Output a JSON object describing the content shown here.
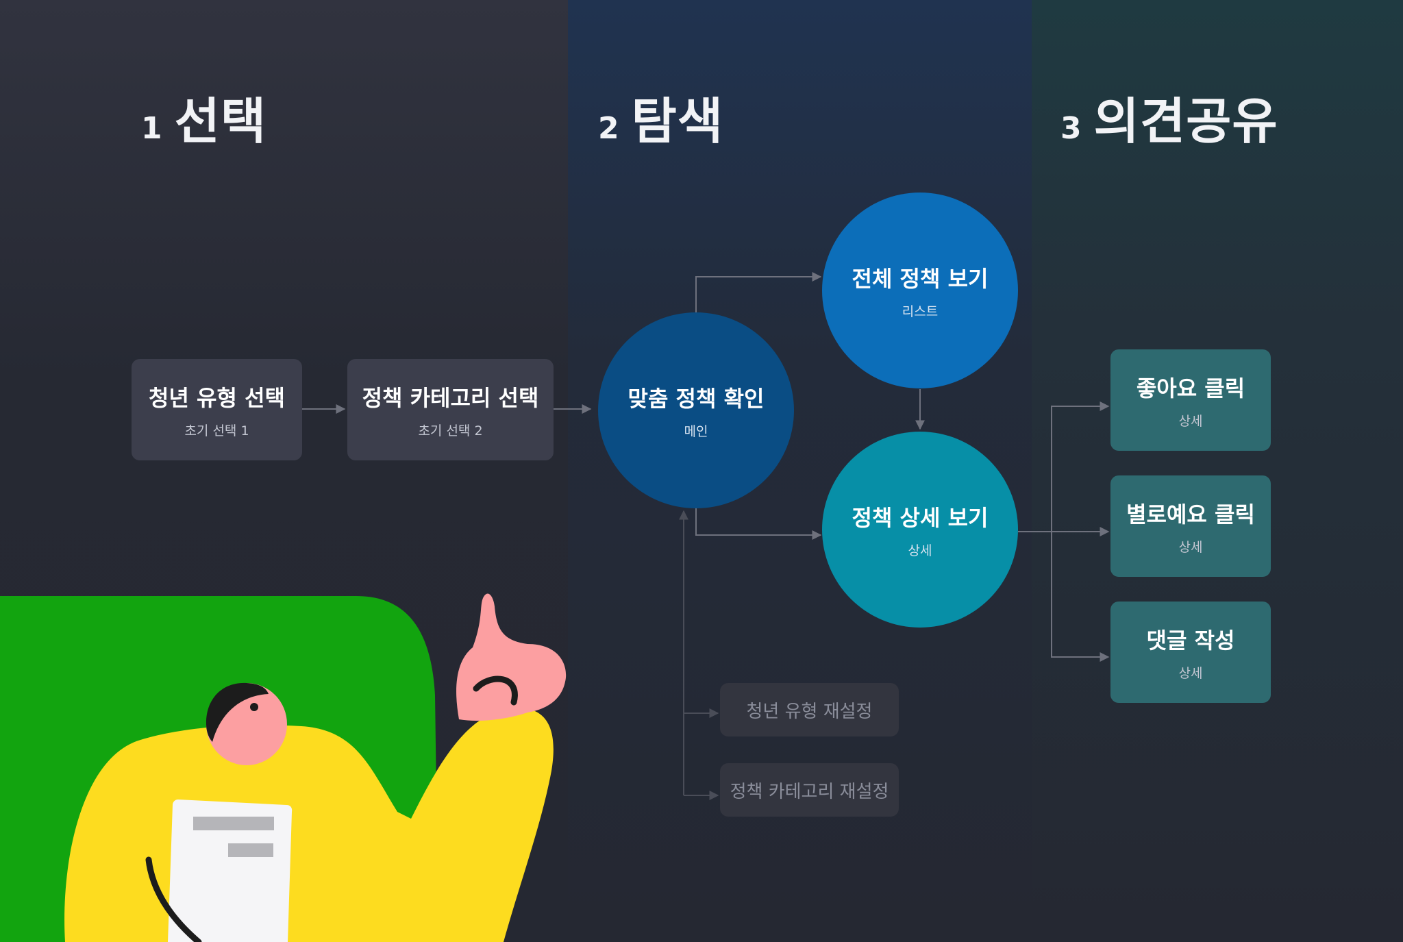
{
  "phases": [
    {
      "num": "1",
      "title": "선택"
    },
    {
      "num": "2",
      "title": "탐색"
    },
    {
      "num": "3",
      "title": "의견공유"
    }
  ],
  "nodes": {
    "youth_type": {
      "title": "청년 유형 선택",
      "sub": "초기 선택 1"
    },
    "policy_category": {
      "title": "정책 카테고리 선택",
      "sub": "초기 선택 2"
    },
    "custom_policy": {
      "title": "맞춤 정책 확인",
      "sub": "메인"
    },
    "all_policies": {
      "title": "전체 정책 보기",
      "sub": "리스트"
    },
    "policy_detail": {
      "title": "정책 상세 보기",
      "sub": "상세"
    },
    "like": {
      "title": "좋아요 클릭",
      "sub": "상세"
    },
    "dislike": {
      "title": "별로예요 클릭",
      "sub": "상세"
    },
    "comment": {
      "title": "댓글 작성",
      "sub": "상세"
    },
    "reset_youth": {
      "title": "청년 유형 재설정"
    },
    "reset_category": {
      "title": "정책 카테고리 재설정"
    }
  },
  "colors": {
    "gray_box": "#3c3e4c",
    "teal_box": "#2e6a70",
    "circle_main": "#0a4d84",
    "circle_list": "#0c6eb9",
    "circle_detail": "#078fa7",
    "connector": "#6e717d",
    "illustration_bg": "#12a40f",
    "illustration_shirt": "#fddc1f",
    "illustration_skin": "#fc9fa1"
  }
}
